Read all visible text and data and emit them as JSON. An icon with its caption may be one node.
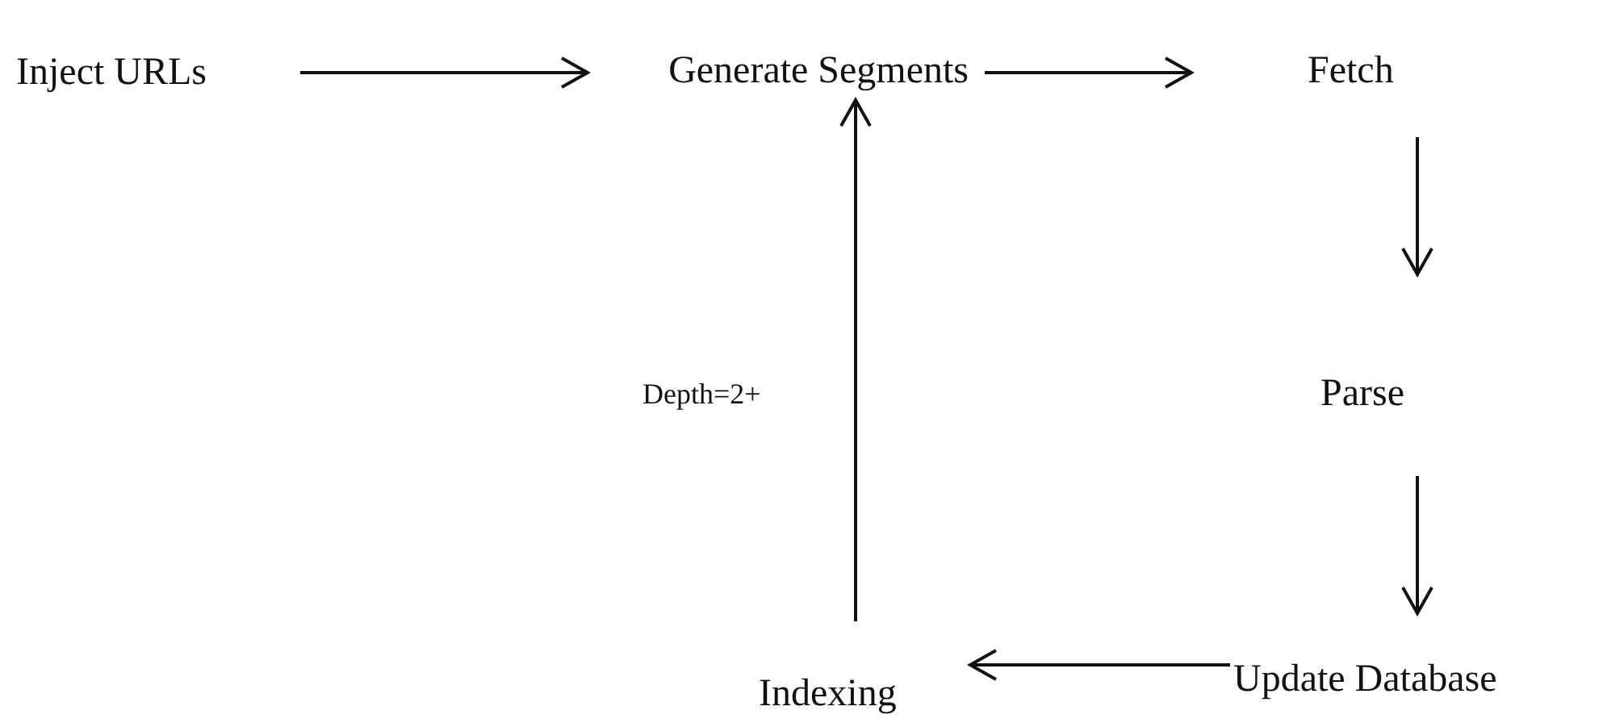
{
  "diagram": {
    "nodes": [
      {
        "text": [
          "Inject URLs"
        ]
      },
      {
        "text": [
          "Generate Segments"
        ]
      },
      {
        "text": [
          "Fetch"
        ]
      },
      {
        "text": [
          "Parse"
        ]
      },
      {
        "text": [
          "Update Database"
        ]
      },
      {
        "text": [
          "Indexing"
        ]
      }
    ],
    "edges": [
      {
        "from": 0,
        "to": 1,
        "arrow": "to"
      },
      {
        "from": 1,
        "to": 2,
        "arrow": "to"
      },
      {
        "from": 2,
        "to": 3,
        "arrow": "to"
      },
      {
        "from": 3,
        "to": 4,
        "arrow": "to"
      },
      {
        "from": 4,
        "to": 5,
        "arrow": "to"
      },
      {
        "from": 5,
        "to": 1,
        "arrow": "to",
        "label": "Depth=2+"
      }
    ]
  }
}
